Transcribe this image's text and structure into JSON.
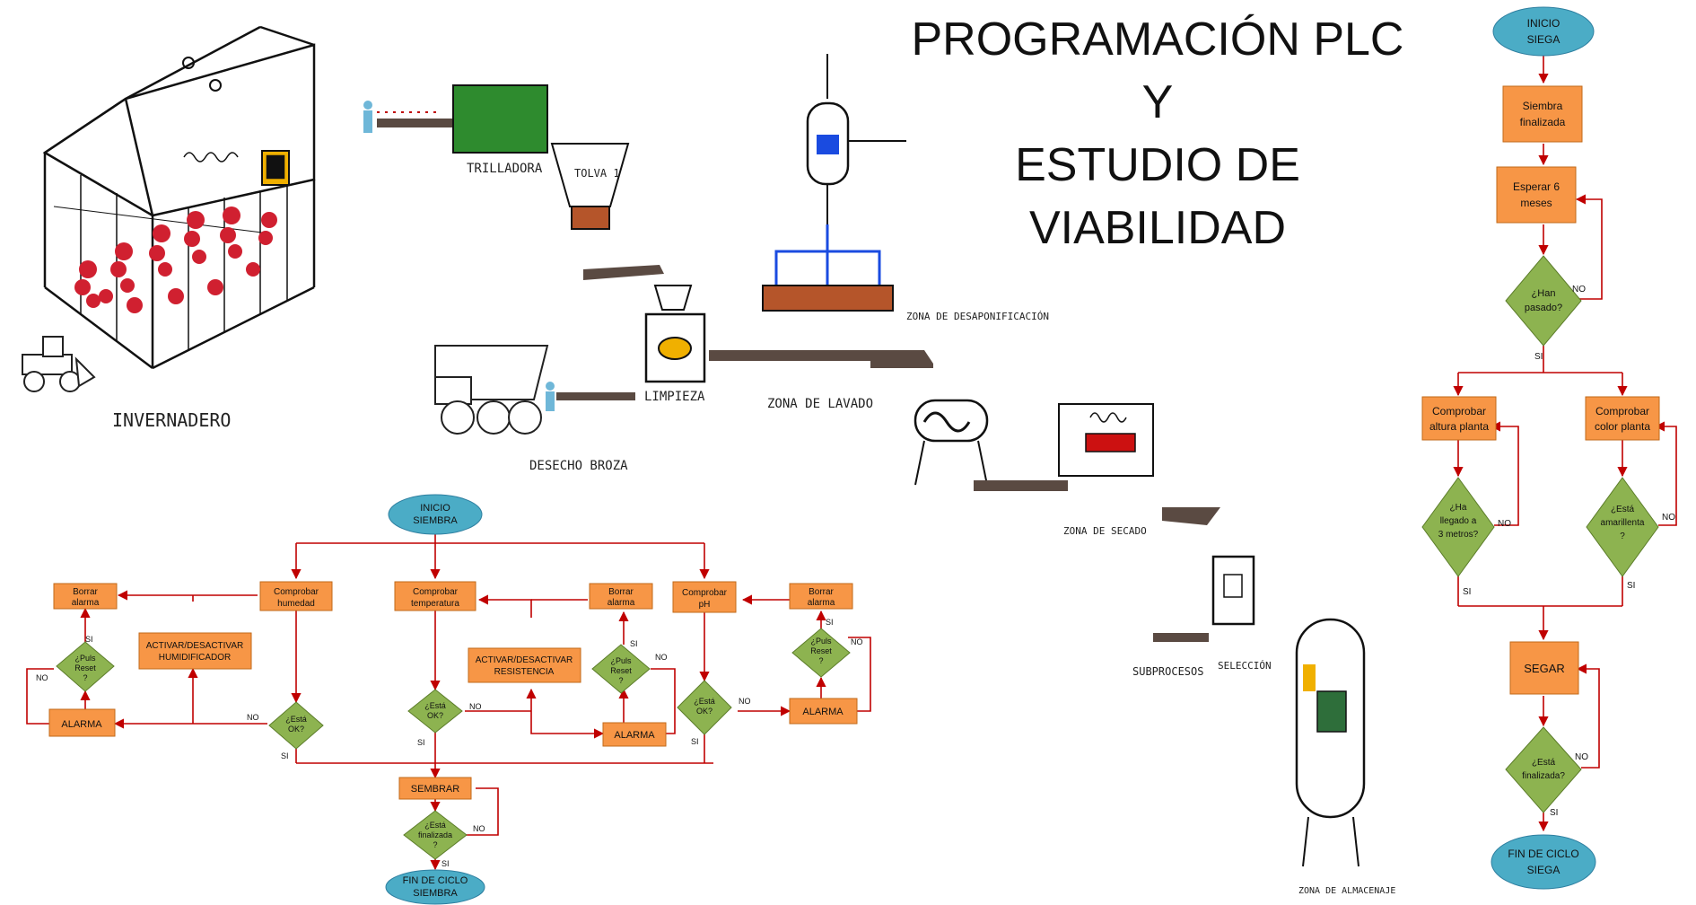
{
  "title": {
    "line1": "PROGRAMACIÓN PLC",
    "line2": "Y",
    "line3": "ESTUDIO DE",
    "line4": "VIABILIDAD"
  },
  "process": {
    "invernadero": "INVERNADERO",
    "trilladora": "TRILLADORA",
    "tolva": "TOLVA 1",
    "limpieza": "LIMPIEZA",
    "desecho": "DESECHO BROZA",
    "lavado": "ZONA DE LAVADO",
    "desaponificacion": "ZONA DE DESAPONIFICACIÓN",
    "secado": "ZONA DE SECADO",
    "subprocesos": "SUBPROCESOS",
    "seleccion": "SELECCIÓN",
    "almacenaje": "ZONA DE ALMACENAJE"
  },
  "siembra": {
    "inicio_l1": "INICIO",
    "inicio_l2": "SIEMBRA",
    "borrar_l1": "Borrar",
    "borrar_l2": "alarma",
    "humedad_l1": "Comprobar",
    "humedad_l2": "humedad",
    "temp_l1": "Comprobar",
    "temp_l2": "temperatura",
    "ph_l1": "Comprobar",
    "ph_l2": "pH",
    "humid_l1": "ACTIVAR/DESACTIVAR",
    "humid_l2": "HUMIDIFICADOR",
    "resist_l1": "ACTIVAR/DESACTIVAR",
    "resist_l2": "RESISTENCIA",
    "puls_l1": "¿Puls",
    "puls_l2": "Reset",
    "puls_l3": "?",
    "esta_l1": "¿Está",
    "esta_l2": "OK?",
    "alarma": "ALARMA",
    "sembrar": "SEMBRAR",
    "fin_l1": "¿Está",
    "fin_l2": "finalizada",
    "fin_l3": "?",
    "end_l1": "FIN DE CICLO",
    "end_l2": "SIEMBRA",
    "si": "SI",
    "no": "NO"
  },
  "siega": {
    "inicio_l1": "INICIO",
    "inicio_l2": "SIEGA",
    "siembra_l1": "Siembra",
    "siembra_l2": "finalizada",
    "esperar_l1": "Esperar 6",
    "esperar_l2": "meses",
    "han_l1": "¿Han",
    "han_l2": "pasado?",
    "altura_l1": "Comprobar",
    "altura_l2": "altura planta",
    "color_l1": "Comprobar",
    "color_l2": "color planta",
    "llegado_l1": "¿Ha",
    "llegado_l2": "llegado a",
    "llegado_l3": "3 metros?",
    "amar_l1": "¿Está",
    "amar_l2": "amarillenta",
    "amar_l3": "?",
    "segar": "SEGAR",
    "fin_l1": "¿Está",
    "fin_l2": "finalizada?",
    "end_l1": "FIN DE CICLO",
    "end_l2": "SIEGA",
    "si": "SI",
    "no": "NO"
  },
  "colors": {
    "process_box": "#f79646",
    "decision": "#8db350",
    "terminal": "#4bacc6",
    "arrow": "#c00000",
    "machine_green": "#2e8b2e",
    "conveyor": "#5a4a42"
  }
}
